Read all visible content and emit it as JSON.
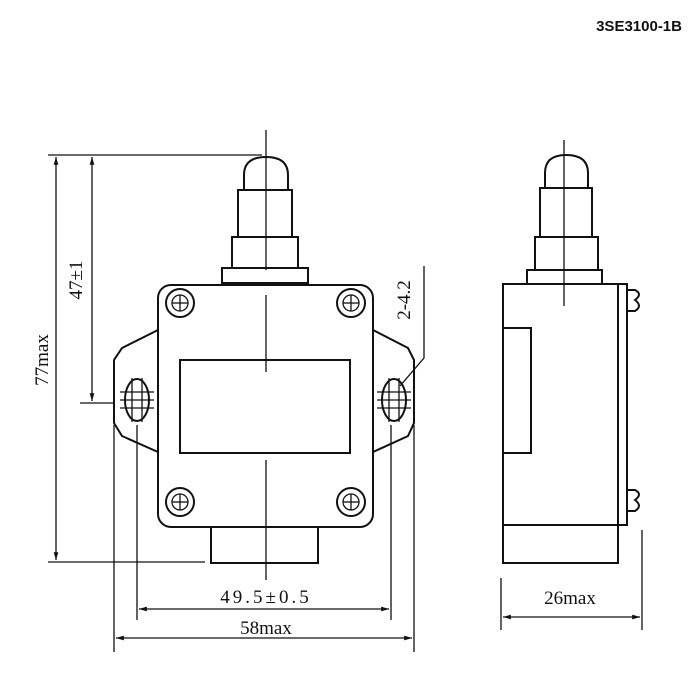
{
  "title": "3SE3100-1B",
  "dimensions": {
    "overall_height": "77max",
    "plunger_to_mount": "47±1",
    "mount_spacing": "49.5±0.5",
    "overall_width": "58max",
    "depth": "26max",
    "mount_holes": "2-4.2"
  }
}
